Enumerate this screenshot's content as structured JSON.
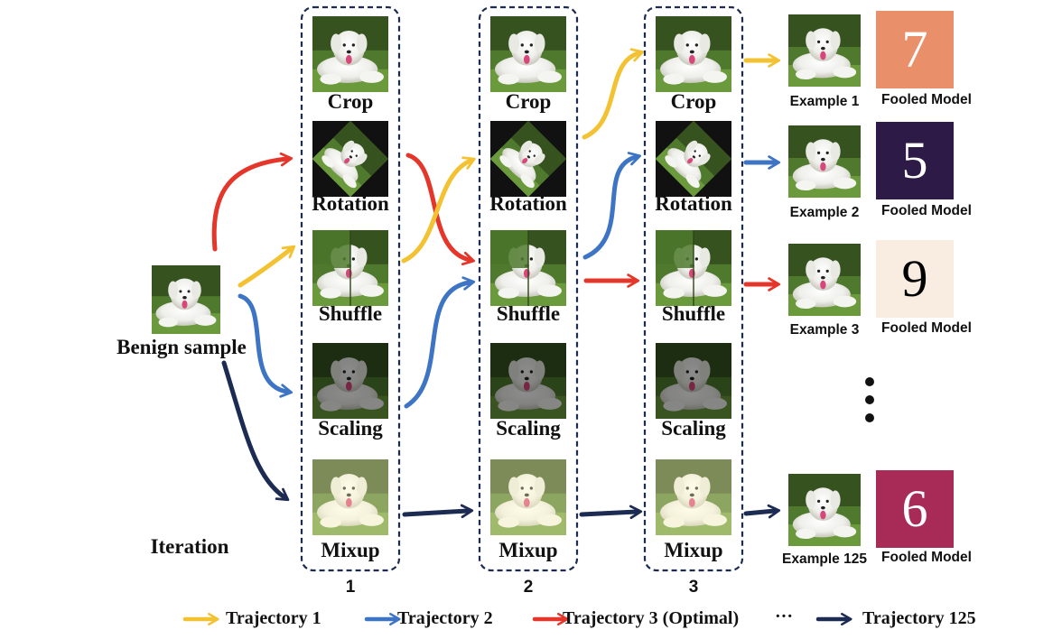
{
  "benign": {
    "label": "Benign sample"
  },
  "iteration_label": "Iteration",
  "operations": [
    "Crop",
    "Rotation",
    "Shuffle",
    "Scaling",
    "Mixup"
  ],
  "iterations": [
    "1",
    "2",
    "3"
  ],
  "outputs": [
    {
      "example": "Example 1",
      "fooled": "Fooled Model",
      "digit": "7",
      "bg": "#e98f69",
      "fg": "#ffffff"
    },
    {
      "example": "Example 2",
      "fooled": "Fooled Model",
      "digit": "5",
      "bg": "#2e1a47",
      "fg": "#ffffff"
    },
    {
      "example": "Example 3",
      "fooled": "Fooled Model",
      "digit": "9",
      "bg": "#f9ece0",
      "fg": "#000000"
    },
    {
      "example": "Example 125",
      "fooled": "Fooled Model",
      "digit": "6",
      "bg": "#a72a57",
      "fg": "#ffffff"
    }
  ],
  "legend": [
    {
      "label": "Trajectory 1",
      "color": "#f2c232"
    },
    {
      "label": "Trajectory 2",
      "color": "#3d74c4"
    },
    {
      "label": "Trajectory 3 (Optimal)",
      "color": "#e4362a"
    },
    {
      "label": "Trajectory 125",
      "color": "#1c2b52"
    }
  ],
  "legend_ellipsis": "···",
  "colors": {
    "yellow": "#f2c232",
    "blue": "#3d74c4",
    "red": "#e4362a",
    "navy": "#1c2b52",
    "box": "#1c2b52"
  }
}
